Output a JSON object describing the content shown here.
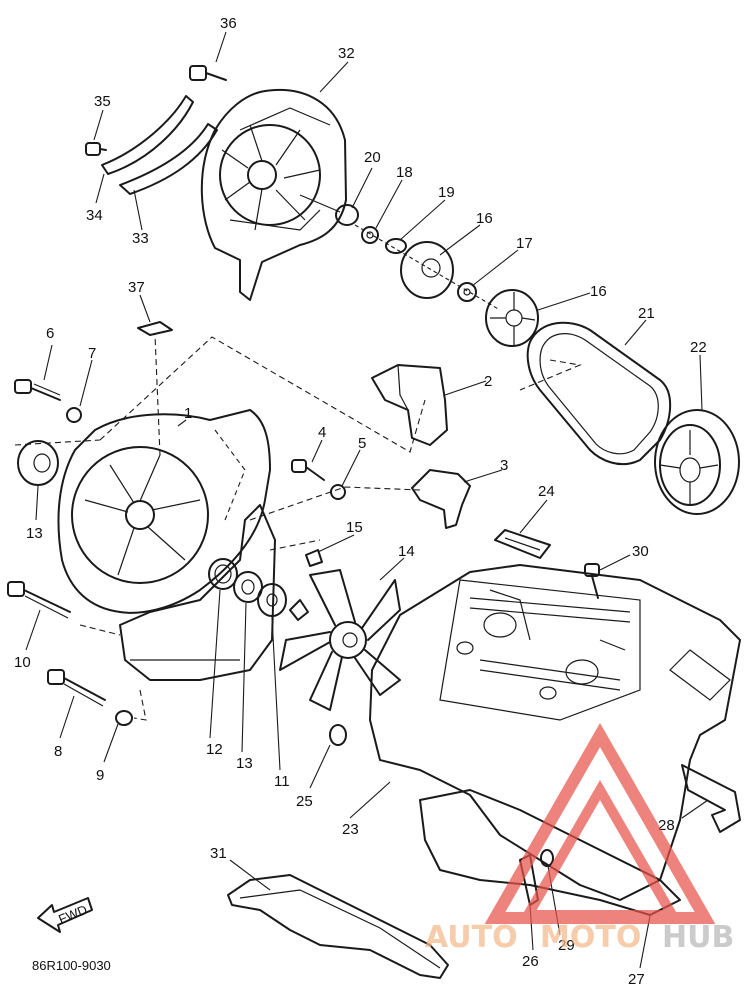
{
  "diagram_code": "86R100-9030",
  "fwd_label": "FWD",
  "watermark": {
    "part1": "AUTO",
    "part2": "MOTO",
    "part3": "HUB",
    "color1": "#f5b98a",
    "color2": "#b8b8b8",
    "color_logo": "#e8534a"
  },
  "callouts": [
    {
      "id": "c36",
      "text": "36"
    },
    {
      "id": "c32",
      "text": "32"
    },
    {
      "id": "c35",
      "text": "35"
    },
    {
      "id": "c34",
      "text": "34"
    },
    {
      "id": "c33",
      "text": "33"
    },
    {
      "id": "c20",
      "text": "20"
    },
    {
      "id": "c18",
      "text": "18"
    },
    {
      "id": "c19",
      "text": "19"
    },
    {
      "id": "c16a",
      "text": "16"
    },
    {
      "id": "c17",
      "text": "17"
    },
    {
      "id": "c16b",
      "text": "16"
    },
    {
      "id": "c21",
      "text": "21"
    },
    {
      "id": "c22",
      "text": "22"
    },
    {
      "id": "c37",
      "text": "37"
    },
    {
      "id": "c6",
      "text": "6"
    },
    {
      "id": "c7",
      "text": "7"
    },
    {
      "id": "c1",
      "text": "1"
    },
    {
      "id": "c2",
      "text": "2"
    },
    {
      "id": "c4",
      "text": "4"
    },
    {
      "id": "c5",
      "text": "5"
    },
    {
      "id": "c3",
      "text": "3"
    },
    {
      "id": "c13a",
      "text": "13"
    },
    {
      "id": "c24",
      "text": "24"
    },
    {
      "id": "c15",
      "text": "15"
    },
    {
      "id": "c14",
      "text": "14"
    },
    {
      "id": "c30",
      "text": "30"
    },
    {
      "id": "c10",
      "text": "10"
    },
    {
      "id": "c8",
      "text": "8"
    },
    {
      "id": "c9",
      "text": "9"
    },
    {
      "id": "c12",
      "text": "12"
    },
    {
      "id": "c13b",
      "text": "13"
    },
    {
      "id": "c11",
      "text": "11"
    },
    {
      "id": "c25",
      "text": "25"
    },
    {
      "id": "c23",
      "text": "23"
    },
    {
      "id": "c28",
      "text": "28"
    },
    {
      "id": "c31",
      "text": "31"
    },
    {
      "id": "c26",
      "text": "26"
    },
    {
      "id": "c29",
      "text": "29"
    },
    {
      "id": "c27",
      "text": "27"
    }
  ]
}
